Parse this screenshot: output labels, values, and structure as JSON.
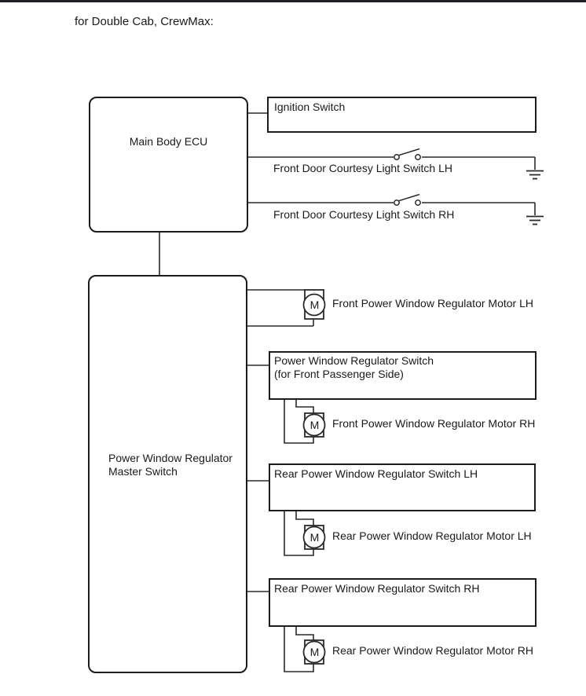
{
  "title": "for Double Cab, CrewMax:",
  "ecu": {
    "label": "Main Body ECU"
  },
  "master_switch": {
    "label_line1": "Power Window Regulator",
    "label_line2": "Master Switch"
  },
  "right_column": {
    "ignition_switch": "Ignition Switch",
    "courtesy_switch_lh": "Front Door Courtesy Light Switch LH",
    "courtesy_switch_rh": "Front Door Courtesy Light Switch RH",
    "front_motor_lh": "Front Power Window Regulator Motor LH",
    "front_passenger_switch_line1": "Power Window Regulator Switch",
    "front_passenger_switch_line2": "(for Front Passenger Side)",
    "front_motor_rh": "Front Power Window Regulator Motor RH",
    "rear_switch_lh": "Rear Power Window Regulator Switch LH",
    "rear_motor_lh": "Rear Power Window Regulator Motor LH",
    "rear_switch_rh": "Rear Power Window Regulator Switch RH",
    "rear_motor_rh": "Rear Power Window Regulator Motor RH"
  },
  "motor_symbol": "M",
  "colors": {
    "line": "#2a2a2a",
    "text": "#1a1a1a",
    "background": "#ffffff",
    "top_bar": "#20202a"
  }
}
